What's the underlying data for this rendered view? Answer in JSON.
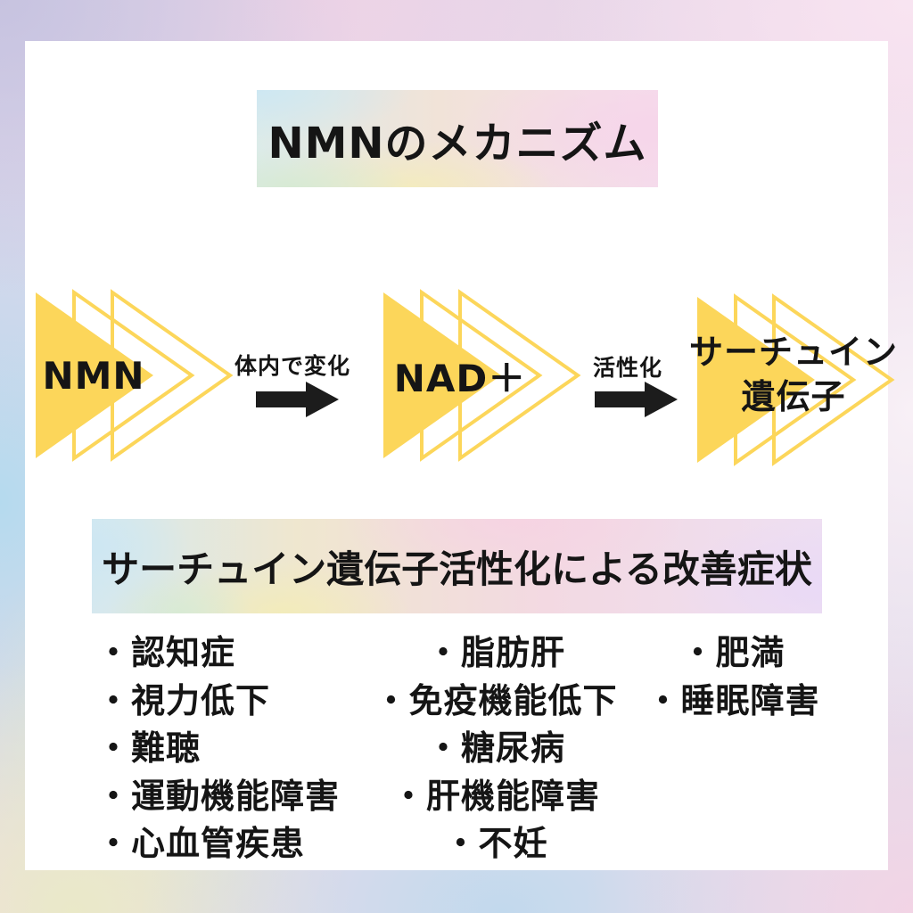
{
  "title": "NMNのメカニズム",
  "flow": {
    "nodes": [
      {
        "label": "NMN"
      },
      {
        "label": "NAD＋"
      },
      {
        "lines": [
          "サーチュイン",
          "遺伝子"
        ]
      }
    ],
    "arrows": [
      {
        "label": "体内で変化"
      },
      {
        "label": "活性化"
      }
    ]
  },
  "symptoms": {
    "header": "サーチュイン遺伝子活性化による改善症状",
    "col1": [
      "・認知症",
      "・視力低下",
      "・難聴",
      "・運動機能障害",
      "・心血管疾患"
    ],
    "col2": [
      "・脂肪肝",
      "・免疫機能低下",
      "・糖尿病",
      "・肝機能障害",
      "・不妊"
    ],
    "col3": [
      "・肥満",
      "・睡眠障害"
    ]
  },
  "colors": {
    "triangle_yellow": "#FCD65A",
    "arrow_black": "#1C1C1C",
    "text_black": "#151515"
  }
}
